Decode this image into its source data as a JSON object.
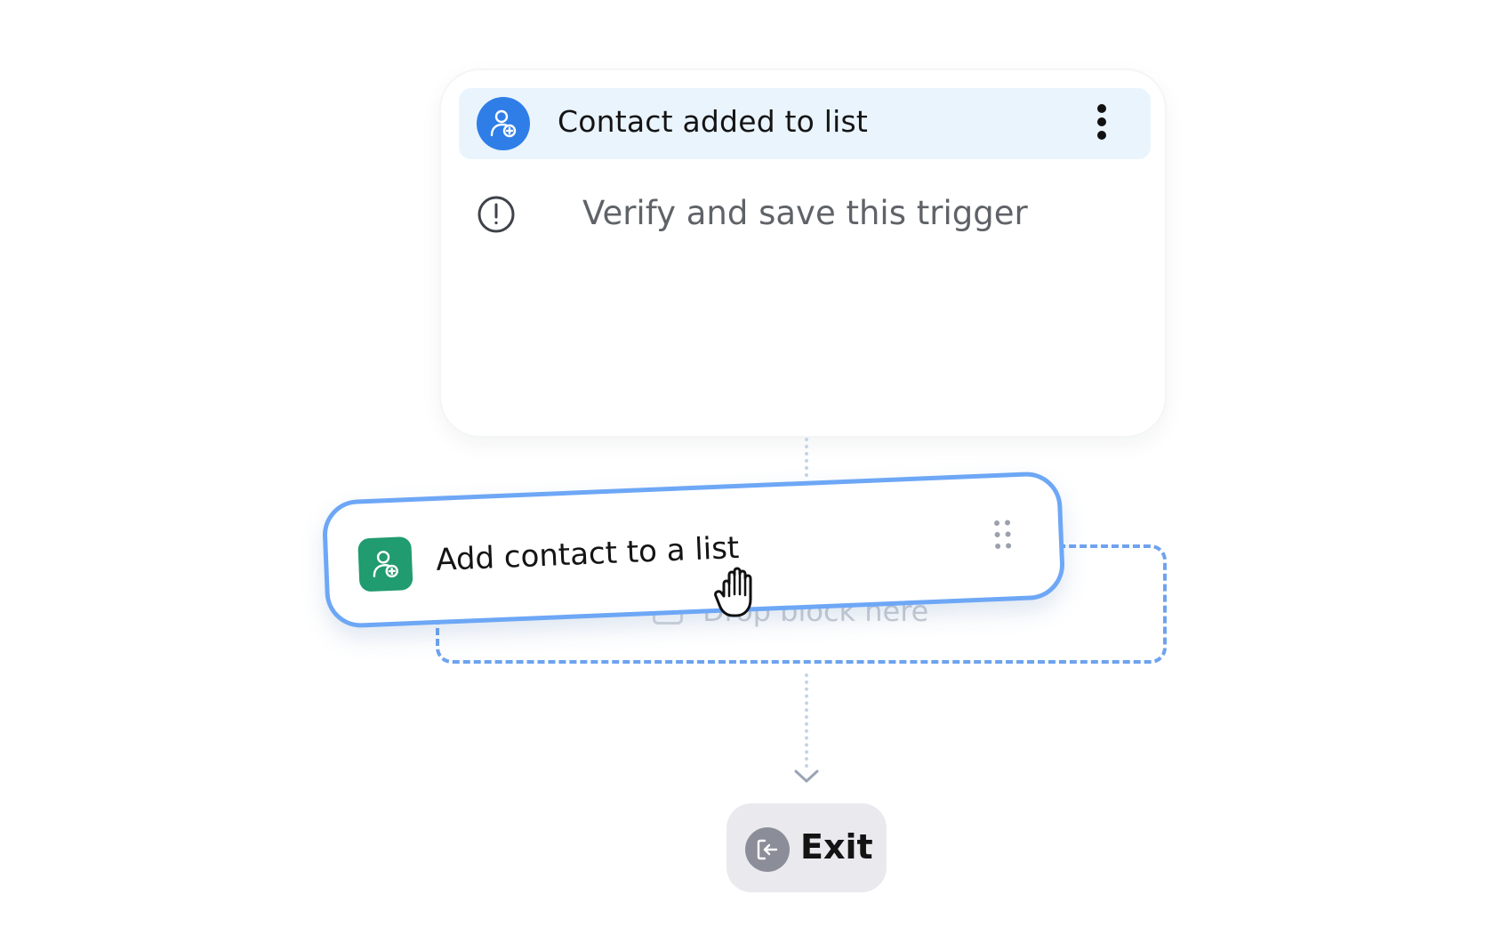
{
  "trigger": {
    "title": "Contact added to list",
    "icon": "user-add-icon",
    "menu_icon": "vertical-dots-icon",
    "warning_icon": "exclamation-circle-icon",
    "warning_text": "Verify and save this trigger"
  },
  "drop_zone": {
    "hint_text": "Drop block here",
    "hint_icon": "block-icon"
  },
  "dragged_block": {
    "label": "Add contact to a list",
    "icon": "user-add-icon",
    "handle_icon": "drag-handle-icon"
  },
  "cursor": {
    "icon": "hand-grab-cursor-icon"
  },
  "exit": {
    "label": "Exit",
    "icon": "exit-icon"
  },
  "colors": {
    "trigger_icon_bg": "#2f7ee8",
    "trigger_header_bg": "#eaf4fd",
    "block_icon_bg": "#219b70",
    "highlight_border": "#6da7f6",
    "exit_bg": "#e9e9ee",
    "exit_icon_bg": "#8b8e98"
  }
}
